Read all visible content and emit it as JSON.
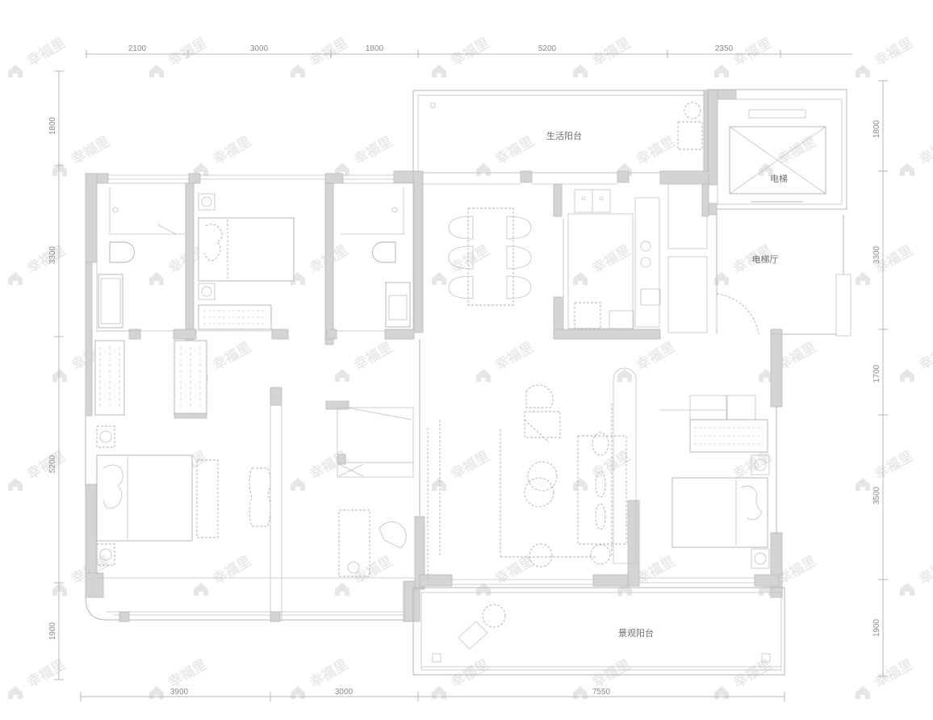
{
  "plan": {
    "rooms": {
      "utility_balcony": "生活阳台",
      "elevator": "电梯",
      "elevator_lobby": "电梯厅",
      "landscape_balcony": "景观阳台"
    },
    "dimensions": {
      "top": [
        "2100",
        "3000",
        "1800",
        "5200",
        "2350"
      ],
      "bottom": [
        "3900",
        "3000",
        "7550"
      ],
      "left": [
        "1800",
        "3300",
        "5200",
        "1900"
      ],
      "right": [
        "1800",
        "3300",
        "1700",
        "3500",
        "1900"
      ]
    },
    "watermark": {
      "text": "幸福里",
      "icon": "house-logo-icon"
    },
    "colors": {
      "wall_fill": "#d4d4d4",
      "line": "#b5b5b5",
      "dimension_text": "#8a8a8a",
      "label_text": "#6f6f6f",
      "watermark": "#d8d8d8"
    }
  }
}
